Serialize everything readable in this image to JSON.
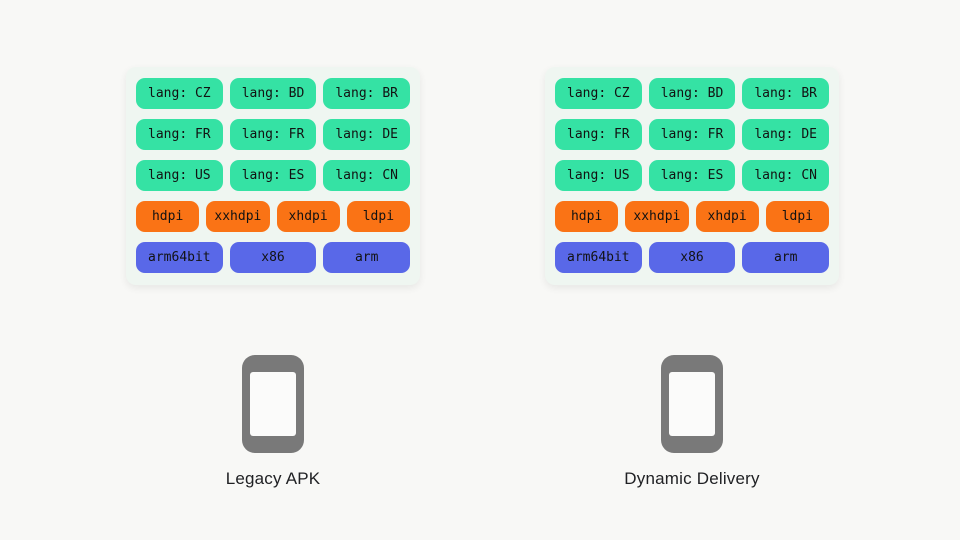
{
  "colors": {
    "page_bg": "#F8F8F6",
    "panel_bg": "#EFF6F1",
    "green": "#35E2A4",
    "orange": "#FA7315",
    "blue": "#5968E8",
    "chip_text": "#121212",
    "phone_gray": "#797979",
    "screen_bg": "#FBFBFA",
    "label_text": "#202124"
  },
  "panels": [
    {
      "id": "legacy-apk",
      "label": "Legacy APK",
      "icon": "smartphone-icon",
      "rows": [
        {
          "type": "lang",
          "chips": [
            "lang: CZ",
            "lang: BD",
            "lang: BR"
          ]
        },
        {
          "type": "lang",
          "chips": [
            "lang: FR",
            "lang: FR",
            "lang: DE"
          ]
        },
        {
          "type": "lang",
          "chips": [
            "lang: US",
            "lang: ES",
            "lang: CN"
          ]
        },
        {
          "type": "density",
          "chips": [
            "hdpi",
            "xxhdpi",
            "xhdpi",
            "ldpi"
          ]
        },
        {
          "type": "abi",
          "chips": [
            "arm64bit",
            "x86",
            "arm"
          ]
        }
      ]
    },
    {
      "id": "dynamic-delivery",
      "label": "Dynamic Delivery",
      "icon": "smartphone-icon",
      "rows": [
        {
          "type": "lang",
          "chips": [
            "lang: CZ",
            "lang: BD",
            "lang: BR"
          ]
        },
        {
          "type": "lang",
          "chips": [
            "lang: FR",
            "lang: FR",
            "lang: DE"
          ]
        },
        {
          "type": "lang",
          "chips": [
            "lang: US",
            "lang: ES",
            "lang: CN"
          ]
        },
        {
          "type": "density",
          "chips": [
            "hdpi",
            "xxhdpi",
            "xhdpi",
            "ldpi"
          ]
        },
        {
          "type": "abi",
          "chips": [
            "arm64bit",
            "x86",
            "arm"
          ]
        }
      ]
    }
  ]
}
